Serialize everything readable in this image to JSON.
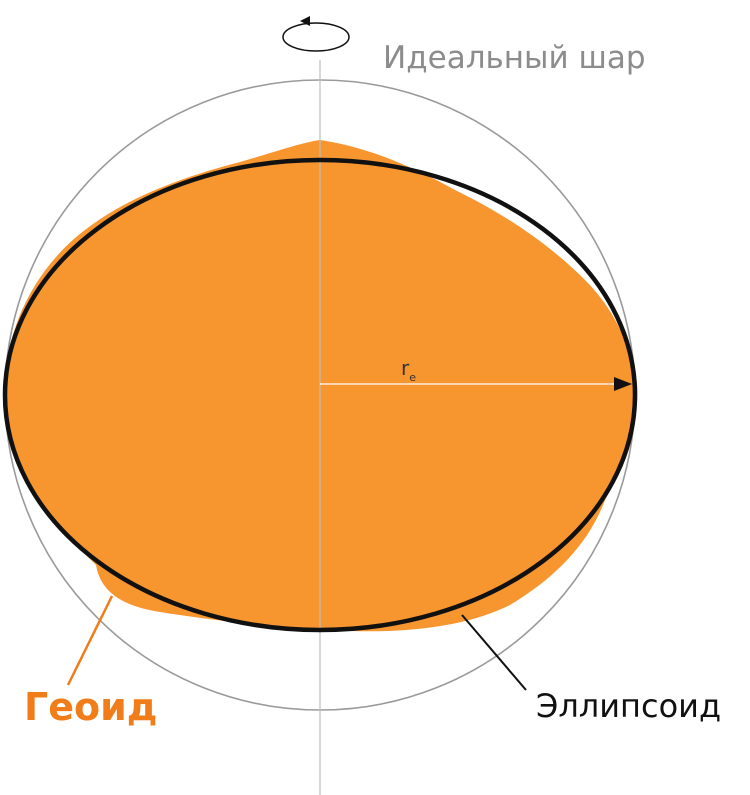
{
  "labels": {
    "ideal_sphere": "Идеальный шар",
    "radius": "r",
    "radius_subscript": "e",
    "geoid": "Геоид",
    "ellipsoid": "Эллипсоид"
  },
  "colors": {
    "geoid": "#f7952f",
    "geoid_edge": "#ef7f1a",
    "geoid_label": "#f07c1a",
    "ellipsoid": "#111111",
    "sphere": "#9a9a9a",
    "axis": "#bdbdbd",
    "sphere_label": "#8c8c8c"
  },
  "icons": {
    "rotation": "rotation-arrow-icon"
  }
}
